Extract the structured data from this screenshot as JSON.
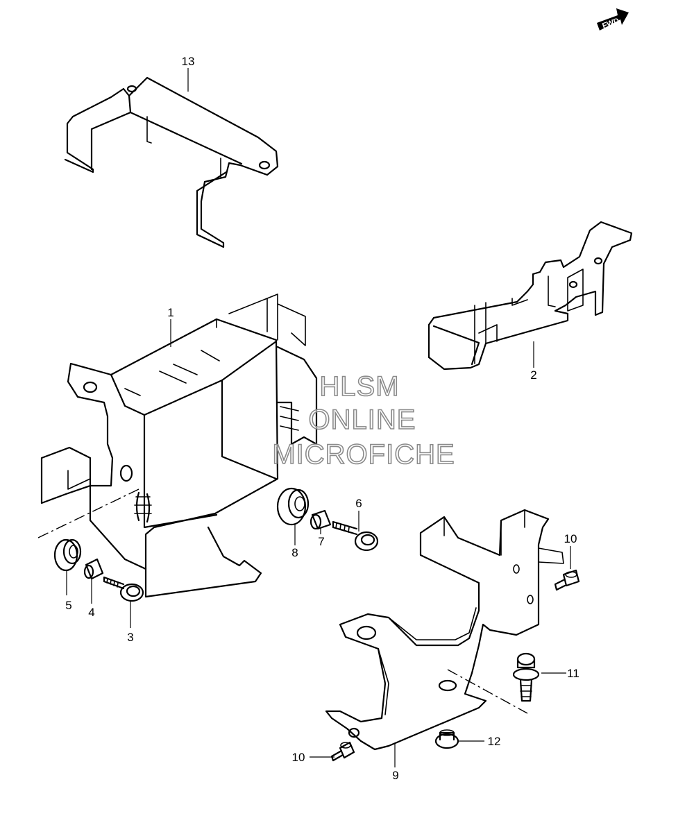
{
  "badge": {
    "label": "FWD"
  },
  "callouts": [
    {
      "id": "1",
      "label": "1"
    },
    {
      "id": "2",
      "label": "2"
    },
    {
      "id": "3",
      "label": "3"
    },
    {
      "id": "4",
      "label": "4"
    },
    {
      "id": "5",
      "label": "5"
    },
    {
      "id": "6",
      "label": "6"
    },
    {
      "id": "7",
      "label": "7"
    },
    {
      "id": "8",
      "label": "8"
    },
    {
      "id": "9",
      "label": "9"
    },
    {
      "id": "10a",
      "label": "10"
    },
    {
      "id": "10b",
      "label": "10"
    },
    {
      "id": "11",
      "label": "11"
    },
    {
      "id": "12",
      "label": "12"
    },
    {
      "id": "13",
      "label": "13"
    }
  ],
  "watermark": {
    "line1": "HLSM",
    "line2": "ONLINE",
    "line3": "MICROFICHE"
  }
}
